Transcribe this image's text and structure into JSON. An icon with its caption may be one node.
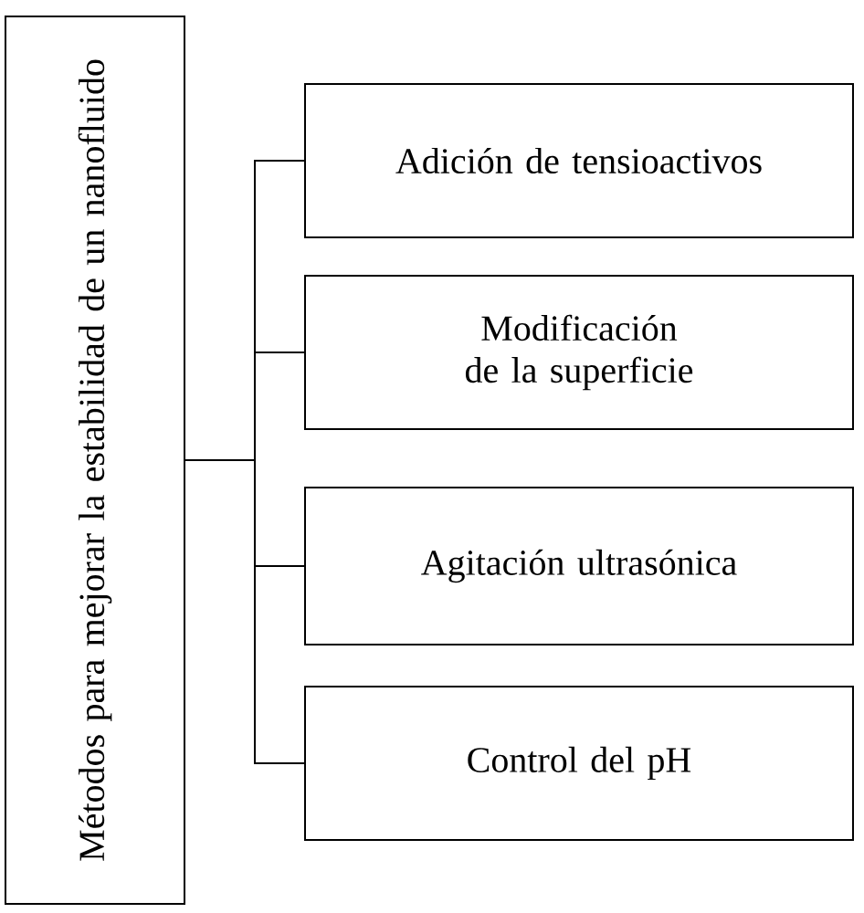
{
  "diagram": {
    "nodes": [
      {
        "text": [
          "Métodos para mejorar la estabilidad de un nanofluido"
        ]
      },
      {
        "text": [
          "Adición de tensioactivos"
        ]
      },
      {
        "text": [
          "Modificación de la superficie"
        ]
      },
      {
        "text": [
          "Agitación ultrasónica"
        ]
      },
      {
        "text": [
          "Control del pH"
        ]
      }
    ],
    "edges": [
      {
        "from": 0,
        "to": 1,
        "arrow": "none"
      },
      {
        "from": 0,
        "to": 2,
        "arrow": "none"
      },
      {
        "from": 0,
        "to": 3,
        "arrow": "none"
      },
      {
        "from": 0,
        "to": 4,
        "arrow": "none"
      }
    ]
  }
}
